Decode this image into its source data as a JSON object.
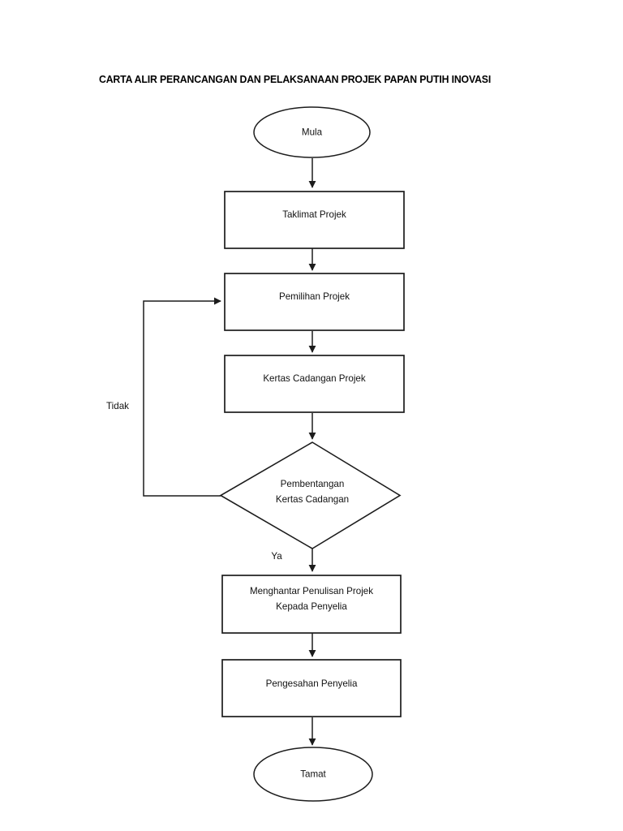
{
  "document": {
    "title": "CARTA ALIR PERANCANGAN DAN PELAKSANAAN PROJEK PAPAN PUTIH INOVASI",
    "language": "ms",
    "background_color": "#ffffff",
    "line_color": "#1c1c1c",
    "text_color": "#111111"
  },
  "chart_data": {
    "type": "diagram",
    "subtype": "flowchart",
    "orientation": "top-to-bottom",
    "title": "CARTA ALIR PERANCANGAN DAN PELAKSANAAN PROJEK PAPAN PUTIH INOVASI",
    "nodes": [
      {
        "id": "start",
        "shape": "ellipse",
        "lines": [
          "Mula"
        ]
      },
      {
        "id": "briefing",
        "shape": "rectangle",
        "lines": [
          "Taklimat Projek"
        ]
      },
      {
        "id": "selection",
        "shape": "rectangle",
        "lines": [
          "Pemilihan Projek"
        ]
      },
      {
        "id": "proposal",
        "shape": "rectangle",
        "lines": [
          "Kertas Cadangan Projek"
        ]
      },
      {
        "id": "presentation",
        "shape": "diamond",
        "lines": [
          "Pembentangan",
          "Kertas Cadangan"
        ]
      },
      {
        "id": "submission",
        "shape": "rectangle",
        "lines": [
          "Menghantar Penulisan Projek",
          "Kepada Penyelia"
        ]
      },
      {
        "id": "validation",
        "shape": "rectangle",
        "lines": [
          "Pengesahan Penyelia"
        ]
      },
      {
        "id": "end",
        "shape": "ellipse",
        "lines": [
          "Tamat"
        ]
      }
    ],
    "edges": [
      {
        "from": "start",
        "to": "briefing",
        "label": ""
      },
      {
        "from": "briefing",
        "to": "selection",
        "label": ""
      },
      {
        "from": "selection",
        "to": "proposal",
        "label": ""
      },
      {
        "from": "proposal",
        "to": "presentation",
        "label": ""
      },
      {
        "from": "presentation",
        "to": "submission",
        "label": "Ya"
      },
      {
        "from": "presentation",
        "to": "selection",
        "label": "Tidak"
      },
      {
        "from": "submission",
        "to": "validation",
        "label": ""
      },
      {
        "from": "validation",
        "to": "end",
        "label": ""
      }
    ],
    "branch_labels": {
      "yes": "Ya",
      "no": "Tidak"
    }
  }
}
